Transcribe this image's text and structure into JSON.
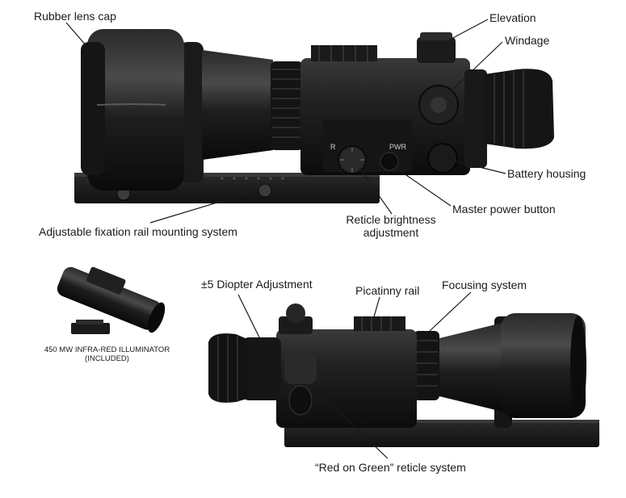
{
  "labels": {
    "rubber_lens_cap": "Rubber lens cap",
    "elevation": "Elevation",
    "windage": "Windage",
    "battery_housing": "Battery housing",
    "master_power_button": "Master power button",
    "reticle_brightness_line1": "Reticle brightness",
    "reticle_brightness_line2": "adjustment",
    "adjustable_rail": "Adjustable fixation rail mounting system",
    "diopter": "±5 Diopter Adjustment",
    "picatinny": "Picatinny rail",
    "focusing": "Focusing system",
    "reticle_system": "“Red on Green” reticle system",
    "illuminator_line1": "450 MW INFRA-RED ILLUMINATOR",
    "illuminator_line2": "(INCLUDED)"
  },
  "device_markings": {
    "r": "R",
    "pwr": "PWR"
  },
  "colors": {
    "body": "#1c1c1c",
    "body_dark": "#0e0e0e",
    "body_mid": "#2e2e2e",
    "highlight": "#4a4a4a",
    "line": "#1a1a1a"
  }
}
